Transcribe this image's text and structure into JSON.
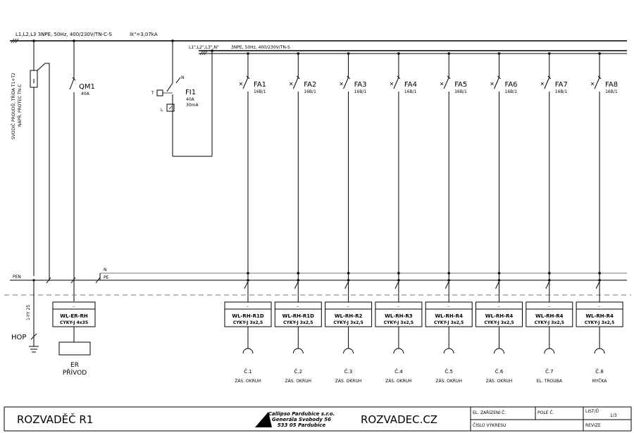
{
  "supply": {
    "main_label": "L1,L2,L3   3NPE, 50Hz, 400/230V/TN-C-S",
    "short_circuit": "Ik\"=3,07kA",
    "sub_label_phases": "L1\",L2\",L3\",N\"",
    "sub_label_system": "3NPE, 50Hz, 400/230V/TN-S"
  },
  "surge": {
    "line1": "SVODIČ PROUDŮ, TŘÍDA T1+T2",
    "line2": "NAPŘ. PROTEC TN-C"
  },
  "qm1": {
    "name": "QM1",
    "rating": "40A"
  },
  "fi1": {
    "name": "FI1",
    "rating": "40A",
    "sensitivity": "30mA",
    "n_label": "N",
    "l_label": "L",
    "t_label": "T"
  },
  "buses": {
    "pen": "PEN",
    "n": "N",
    "pe": "PE"
  },
  "feed": {
    "cable_header": "–",
    "cable_id": "WL-ER-RH",
    "cable_type": "CYKY-J 4x35",
    "ground_cable": "1-YY 25",
    "hop": "HOP",
    "er_line1": "ER",
    "er_line2": "PŘÍVOD"
  },
  "circuits": [
    {
      "breaker": "FA1",
      "rating": "16B/1",
      "cable_header": "–",
      "cable_id": "WL-RH-R1D",
      "cable_type": "CYKY-J 3x2,5",
      "number": "Č.1",
      "desc": "ZÁS. OKRUH"
    },
    {
      "breaker": "FA2",
      "rating": "16B/1",
      "cable_header": "–",
      "cable_id": "WL-RH-R1D",
      "cable_type": "CYKY-J 3x2,5",
      "number": "Č.2",
      "desc": "ZÁS. OKRUH"
    },
    {
      "breaker": "FA3",
      "rating": "16B/1",
      "cable_header": "–",
      "cable_id": "WL-RH-R2",
      "cable_type": "CYKY-J 3x2,5",
      "number": "Č.3",
      "desc": "ZÁS. OKRUH"
    },
    {
      "breaker": "FA4",
      "rating": "16B/1",
      "cable_header": "–",
      "cable_id": "WL-RH-R3",
      "cable_type": "CYKY-J 3x2,5",
      "number": "Č.4",
      "desc": "ZÁS. OKRUH"
    },
    {
      "breaker": "FA5",
      "rating": "16B/1",
      "cable_header": "–",
      "cable_id": "WL-RH-R4",
      "cable_type": "CYKY-J 3x2,5",
      "number": "Č.5",
      "desc": "ZÁS. OKRUH"
    },
    {
      "breaker": "FA6",
      "rating": "16B/1",
      "cable_header": "–",
      "cable_id": "WL-RH-R4",
      "cable_type": "CYKY-J 3x2,5",
      "number": "Č.6",
      "desc": "ZÁS. OKRUH"
    },
    {
      "breaker": "FA7",
      "rating": "16B/1",
      "cable_header": "–",
      "cable_id": "WL-RH-R4",
      "cable_type": "CYKY-J 3x2,5",
      "number": "Č.7",
      "desc": "EL. TROUBA"
    },
    {
      "breaker": "FA8",
      "rating": "16B/1",
      "cable_header": "–",
      "cable_id": "WL-RH-R4",
      "cable_type": "CYKY-J 3x2,5",
      "number": "Č.8",
      "desc": "MYČKA"
    }
  ],
  "title_block": {
    "title": "ROZVADĚČ R1",
    "company_line1": "Callipso Pardubice s.r.o.",
    "company_line2": "Generála Svobody 56",
    "company_line3": "533 05 Pardubice",
    "website": "ROZVADEC.CZ",
    "cell_device": "EL. ZAŘÍZENÍ Č.",
    "cell_field": "POLE Č.",
    "cell_sheet": "LIST/Ů",
    "cell_sheet_value": "1/3",
    "cell_drawing_no": "ČÍSLO VÝKRESU",
    "cell_revision": "REVIZE"
  }
}
